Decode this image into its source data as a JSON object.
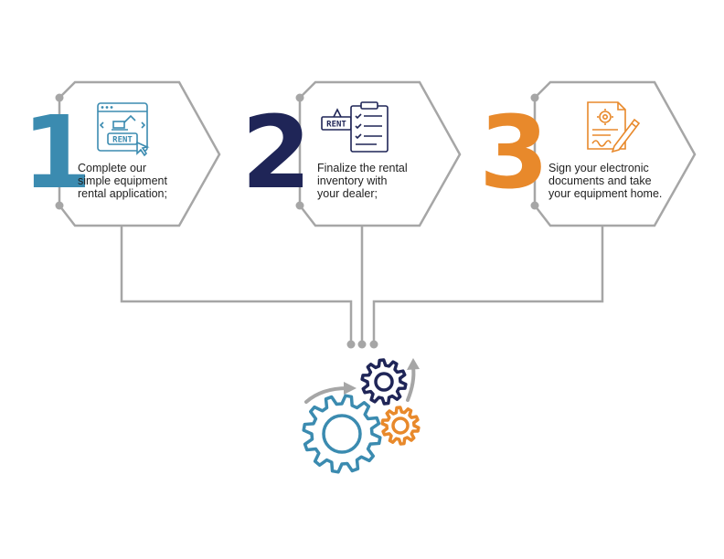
{
  "colors": {
    "step1": "#3b8bb0",
    "step2": "#1f2557",
    "step3": "#e8892b",
    "connector": "#a6a6a6",
    "arrow": "#a6a6a6"
  },
  "steps": [
    {
      "number": "1",
      "icon": "rent-browser-icon",
      "badge": "RENT",
      "lines": [
        "Complete our",
        "simple equipment",
        "rental application;"
      ]
    },
    {
      "number": "2",
      "icon": "rent-checklist-icon",
      "badge": "RENT",
      "lines": [
        "Finalize the rental",
        "inventory with",
        "your dealer;"
      ]
    },
    {
      "number": "3",
      "icon": "signed-document-icon",
      "badge": "",
      "lines": [
        "Sign your electronic",
        "documents and take",
        "your equipment home."
      ]
    }
  ],
  "process_icon": "gears-icon"
}
